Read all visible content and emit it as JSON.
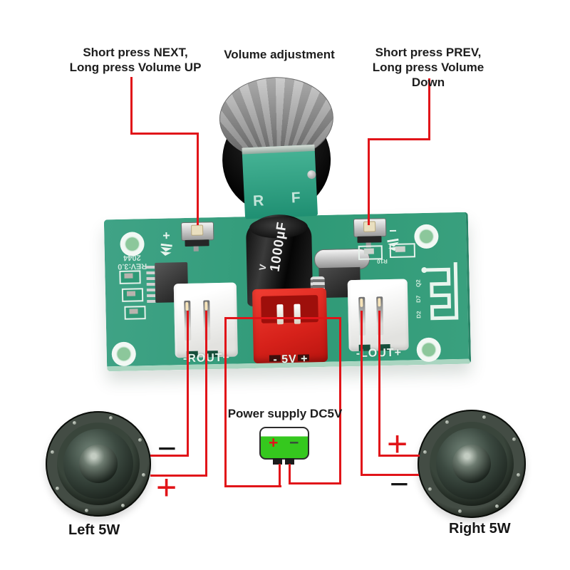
{
  "colors": {
    "annotation_red": "#e11419",
    "pcb_green": "#35a080",
    "battery_green": "#35c81e",
    "silkscreen_white": "#e9f5ee",
    "text_black": "#1d1d1d"
  },
  "annotations": {
    "left_button": "Short press NEXT,\nLong press Volume UP",
    "volume": "Volume adjustment",
    "right_button": "Short press PREV,\nLong press Volume Down",
    "power_supply": "Power supply DC5V",
    "left_speaker": "Left 5W",
    "right_speaker": "Right 5W"
  },
  "battery": {
    "plus": "+",
    "minus": "−"
  },
  "terminals": {
    "left_minus": "−",
    "left_plus": "+",
    "right_plus": "+",
    "right_minus": "−"
  },
  "pcb": {
    "silkscreen": {
      "rev": "REV:3.0\n2044",
      "rout": "-ROUT+",
      "power": "- 5V +",
      "lout": "-LOUT+",
      "btn_plus": "+",
      "btn_minus": "−",
      "pot_r": "R",
      "pot_f": "F",
      "cap_value": "1000µF",
      "cap_volt": "V",
      "refs": {
        "r10": "R10",
        "q2": "Q2",
        "d7": "D7",
        "d2": "D2"
      }
    },
    "icons": {
      "left_button_mark": "next-track",
      "right_button_mark": "prev-track"
    }
  }
}
